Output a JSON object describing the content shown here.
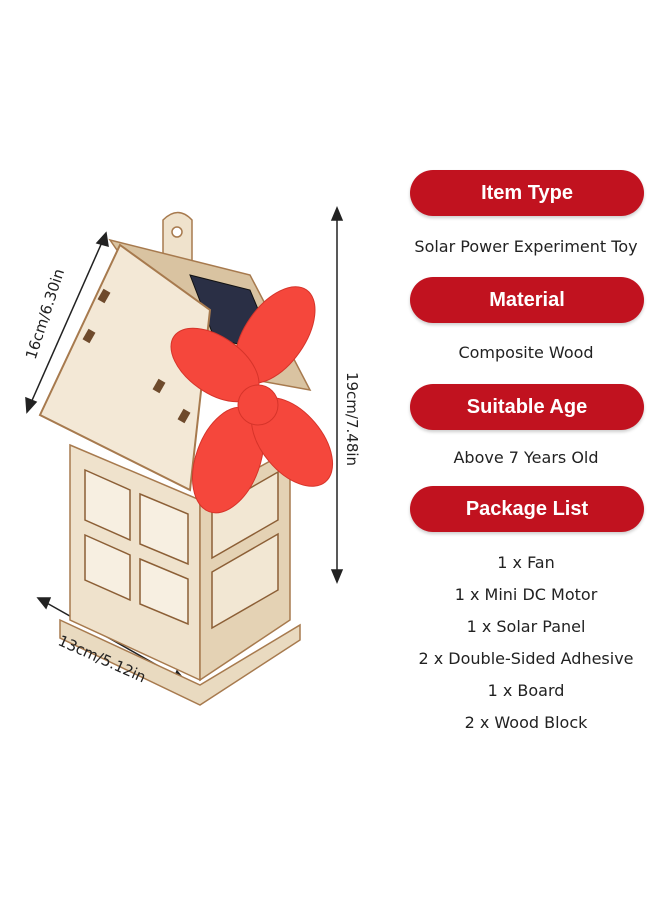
{
  "dimensions": {
    "height": "19cm/7.48in",
    "depth": "16cm/6.30in",
    "width": "13cm/5.12in"
  },
  "specs": {
    "item_type_label": "Item Type",
    "item_type_value": "Solar Power Experiment Toy",
    "material_label": "Material",
    "material_value": "Composite Wood",
    "age_label": "Suitable Age",
    "age_value": "Above 7 Years Old",
    "package_label": "Package List",
    "package_items": [
      "1 x Fan",
      "1 x Mini DC Motor",
      "1 x Solar Panel",
      "2 x Double-Sided Adhesive",
      "1 x Board",
      "2 x Wood Block"
    ]
  },
  "colors": {
    "accent": "#c1121f",
    "wood": "#f1e6d2",
    "wood_edge": "#b8875a",
    "fan": "#f5473c"
  }
}
